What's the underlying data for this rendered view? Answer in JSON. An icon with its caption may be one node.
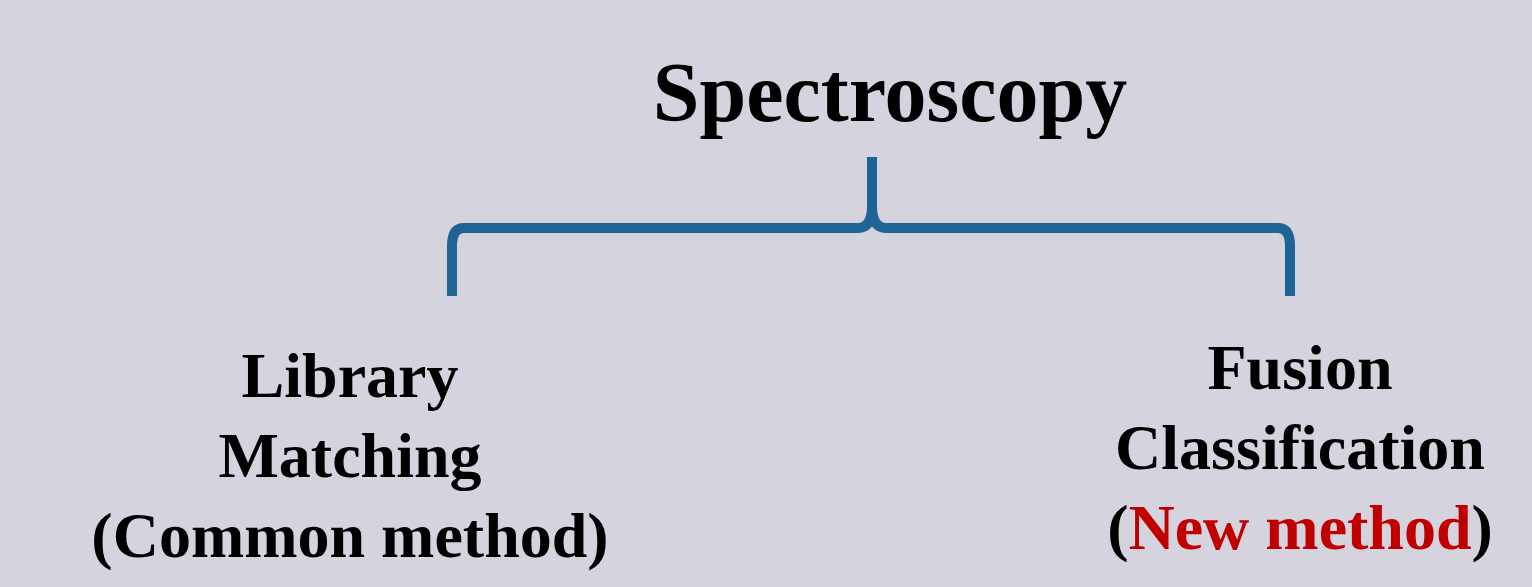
{
  "diagram": {
    "nodes": [
      {
        "text": [
          "Spectroscopy"
        ]
      },
      {
        "text": [
          "Library Matching",
          "(Common method)"
        ]
      },
      {
        "text": [
          "Fusion Classification",
          "(**New method**)"
        ]
      }
    ],
    "edges": [
      {
        "from": 0,
        "to": 1,
        "arrow": "none"
      },
      {
        "from": 0,
        "to": 2,
        "arrow": "none"
      }
    ]
  }
}
